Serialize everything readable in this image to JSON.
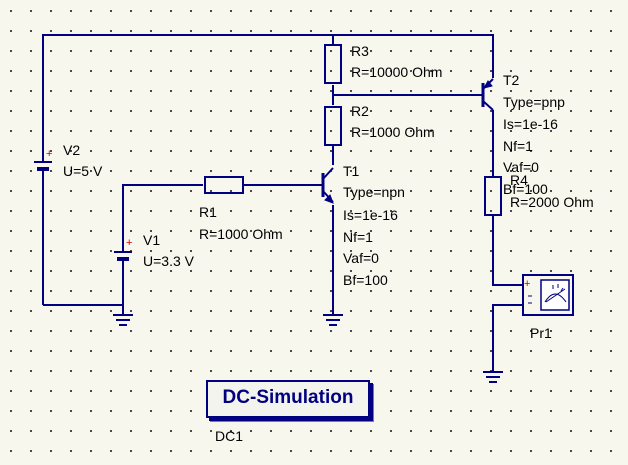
{
  "components": {
    "r3": {
      "name": "R3",
      "value": "R=10000 Ohm"
    },
    "r2": {
      "name": "R2",
      "value": "R=1000 Ohm"
    },
    "r1": {
      "name": "R1",
      "value": "R=1000 Ohm"
    },
    "r4": {
      "name": "R4",
      "value": "R=2000 Ohm"
    },
    "v2": {
      "name": "V2",
      "value": "U=5 V"
    },
    "v1": {
      "name": "V1",
      "value": "U=3.3 V"
    },
    "t1": {
      "name": "T1",
      "type": "Type=npn",
      "is": "Is=1e-16",
      "nf": "Nf=1",
      "vaf": "Vaf=0",
      "bf": "Bf=100"
    },
    "t2": {
      "name": "T2",
      "type": "Type=pnp",
      "is": "Is=1e-16",
      "nf": "Nf=1",
      "vaf": "Vaf=0",
      "bf": "Bf=100"
    },
    "pr1": {
      "name": "Pr1"
    }
  },
  "simulation": {
    "title": "DC-Simulation",
    "name": "DC1"
  },
  "colors": {
    "wire": "#000080",
    "plus_sign": "#d00000",
    "background": "#f8f7ee"
  }
}
